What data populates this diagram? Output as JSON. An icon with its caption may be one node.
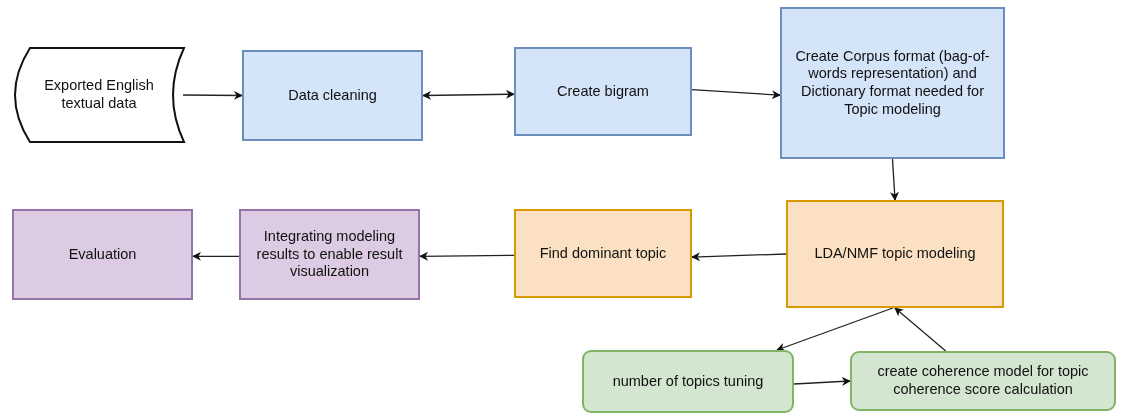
{
  "diagram": {
    "nodes": [
      {
        "text": [
          "Exported English textual data"
        ]
      },
      {
        "text": [
          "Data cleaning"
        ]
      },
      {
        "text": [
          "Create bigram"
        ]
      },
      {
        "text": [
          "Create Corpus format (bag-of-words representation) and Dictionary format needed for Topic modeling"
        ]
      },
      {
        "text": [
          "LDA/NMF topic modeling"
        ]
      },
      {
        "text": [
          "Find dominant topic"
        ]
      },
      {
        "text": [
          "Integrating modeling results to enable result visualization"
        ]
      },
      {
        "text": [
          "Evaluation"
        ]
      },
      {
        "text": [
          "number of topics tuning"
        ]
      },
      {
        "text": [
          "create coherence model for topic coherence score calculation"
        ]
      }
    ],
    "edges": [
      {
        "from": 0,
        "to": 1,
        "arrow": "to"
      },
      {
        "from": 1,
        "to": 2,
        "arrow": "both"
      },
      {
        "from": 2,
        "to": 3,
        "arrow": "to"
      },
      {
        "from": 3,
        "to": 4,
        "arrow": "to"
      },
      {
        "from": 4,
        "to": 5,
        "arrow": "to"
      },
      {
        "from": 5,
        "to": 6,
        "arrow": "to"
      },
      {
        "from": 6,
        "to": 7,
        "arrow": "to"
      },
      {
        "from": 4,
        "to": 8,
        "arrow": "to"
      },
      {
        "from": 8,
        "to": 9,
        "arrow": "to"
      },
      {
        "from": 9,
        "to": 4,
        "arrow": "to"
      }
    ]
  }
}
